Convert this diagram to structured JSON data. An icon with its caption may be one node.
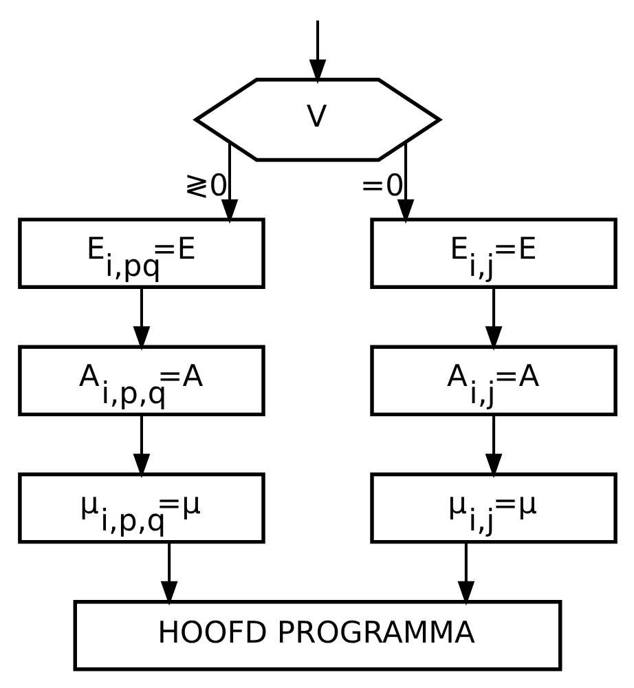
{
  "diagram": {
    "nodes": [
      {
        "text": [
          "V"
        ]
      },
      {
        "text": [
          "E$_{i,pq}$=E"
        ]
      },
      {
        "text": [
          "A$_{i,p,q}$=A"
        ]
      },
      {
        "text": [
          "μ$_{i,p,q}$=μ"
        ]
      },
      {
        "text": [
          "E$_{i,j}$=E"
        ]
      },
      {
        "text": [
          "A$_{i,j}$=A"
        ]
      },
      {
        "text": [
          "μ$_{i,j}$=μ"
        ]
      },
      {
        "text": [
          "HOOFD PROGRAMMA"
        ]
      }
    ],
    "edges": [
      {
        "from": null,
        "to": 0,
        "arrow": "to"
      },
      {
        "from": 0,
        "to": 1,
        "arrow": "to",
        "label": "≷0"
      },
      {
        "from": 0,
        "to": 4,
        "arrow": "to",
        "label": "=0"
      },
      {
        "from": 1,
        "to": 2,
        "arrow": "to"
      },
      {
        "from": 2,
        "to": 3,
        "arrow": "to"
      },
      {
        "from": 4,
        "to": 5,
        "arrow": "to"
      },
      {
        "from": 5,
        "to": 6,
        "arrow": "to"
      },
      {
        "from": 3,
        "to": 7,
        "arrow": "to"
      },
      {
        "from": 6,
        "to": 7,
        "arrow": "to"
      }
    ]
  }
}
